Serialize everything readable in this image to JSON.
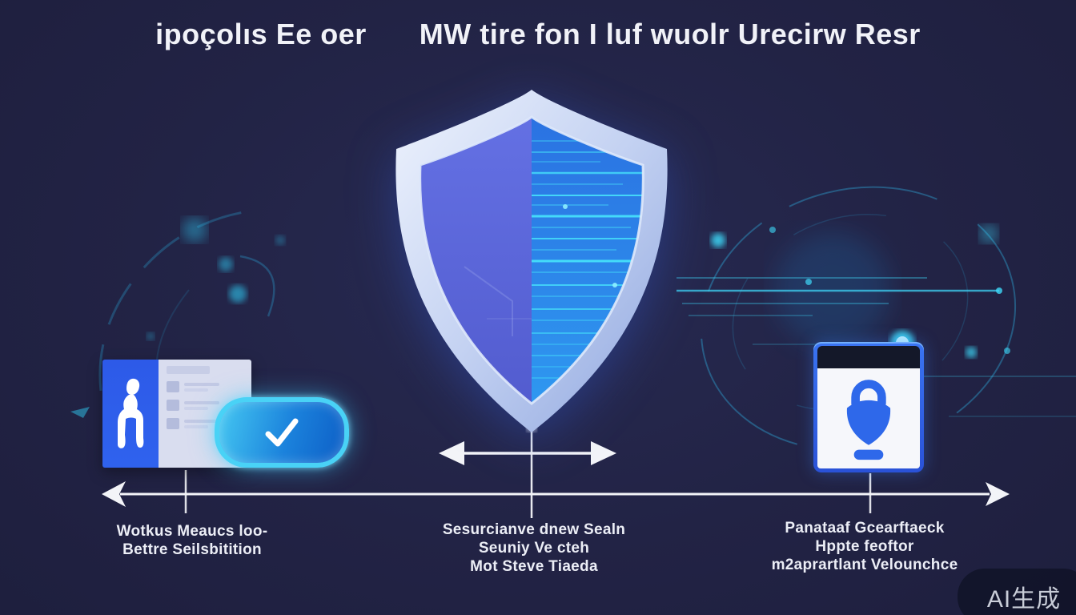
{
  "title": {
    "left": "ipoçolıs Ee oer",
    "right": "MW tire fon I luf wuolr Urecirw Resr"
  },
  "timeline": {
    "labels": [
      {
        "lines": [
          "Wotkus Meaucs loo-",
          "Bettre Seilsbitition"
        ]
      },
      {
        "lines": [
          "Sesurcianve dnew Sealn",
          "Seuniy Ve cteh",
          "Mot Steve Tiaeda"
        ]
      },
      {
        "lines": [
          "Panataaf Gcearftaeck",
          "Hppte feoftor",
          "m2aprartlant Velounchce"
        ]
      }
    ]
  },
  "watermark": {
    "text": "AI生成"
  },
  "icons": [
    "shield-icon",
    "person-icon",
    "checkmark-icon",
    "lock-icon"
  ],
  "colors": {
    "background": "#222345",
    "accent_cyan": "#46e0fa",
    "brand_blue": "#2e5ce6",
    "shield_left": "#5f6ce2",
    "shield_right": "#2e86ec",
    "text": "#f1f2f8"
  }
}
